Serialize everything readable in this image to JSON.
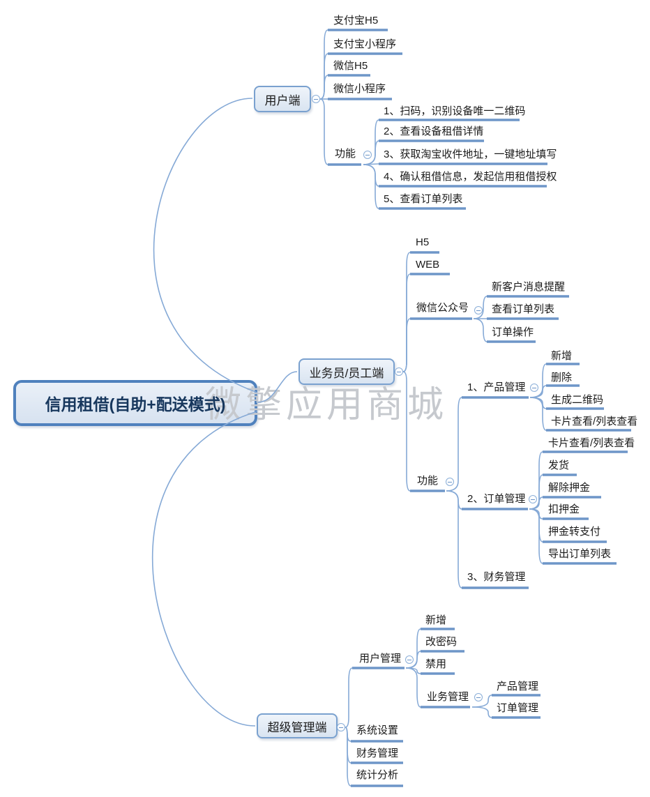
{
  "watermark": "微擎应用商城",
  "colors": {
    "branch_line": "#85a9d6",
    "topic_underline": "#6e96c8",
    "node_fill_top": "#eff4fa",
    "node_fill_bottom": "#d9e4f1",
    "node_border": "#7aa1cf",
    "root_border": "#4f81bd",
    "root_text": "#17375d",
    "watermark_color": "#c6c9ce"
  },
  "map": {
    "root": {
      "label": "信用租借(自助+配送模式)"
    },
    "branches": [
      {
        "label": "用户端",
        "children": [
          {
            "label": "支付宝H5"
          },
          {
            "label": "支付宝小程序"
          },
          {
            "label": "微信H5"
          },
          {
            "label": "微信小程序"
          },
          {
            "label": "功能",
            "children": [
              {
                "label": "1、扫码，识别设备唯一二维码"
              },
              {
                "label": "2、查看设备租借详情"
              },
              {
                "label": "3、获取淘宝收件地址，一键地址填写"
              },
              {
                "label": "4、确认租借信息，发起信用租借授权"
              },
              {
                "label": "5、查看订单列表"
              }
            ]
          }
        ]
      },
      {
        "label": "业务员/员工端",
        "children": [
          {
            "label": "H5"
          },
          {
            "label": "WEB"
          },
          {
            "label": "微信公众号",
            "children": [
              {
                "label": "新客户消息提醒"
              },
              {
                "label": "查看订单列表"
              },
              {
                "label": "订单操作"
              }
            ]
          },
          {
            "label": "功能",
            "children": [
              {
                "label": "1、产品管理",
                "children": [
                  {
                    "label": "新增"
                  },
                  {
                    "label": "删除"
                  },
                  {
                    "label": "生成二维码"
                  },
                  {
                    "label": "卡片查看/列表查看"
                  }
                ]
              },
              {
                "label": "2、订单管理",
                "children": [
                  {
                    "label": "卡片查看/列表查看"
                  },
                  {
                    "label": "发货"
                  },
                  {
                    "label": "解除押金"
                  },
                  {
                    "label": "扣押金"
                  },
                  {
                    "label": "押金转支付"
                  },
                  {
                    "label": "导出订单列表"
                  }
                ]
              },
              {
                "label": "3、财务管理"
              }
            ]
          }
        ]
      },
      {
        "label": "超级管理端",
        "children": [
          {
            "label": "用户管理",
            "children": [
              {
                "label": "新增"
              },
              {
                "label": "改密码"
              },
              {
                "label": "禁用"
              },
              {
                "label": "业务管理",
                "children": [
                  {
                    "label": "产品管理"
                  },
                  {
                    "label": "订单管理"
                  }
                ]
              }
            ]
          },
          {
            "label": "系统设置"
          },
          {
            "label": "财务管理"
          },
          {
            "label": "统计分析"
          }
        ]
      }
    ]
  }
}
